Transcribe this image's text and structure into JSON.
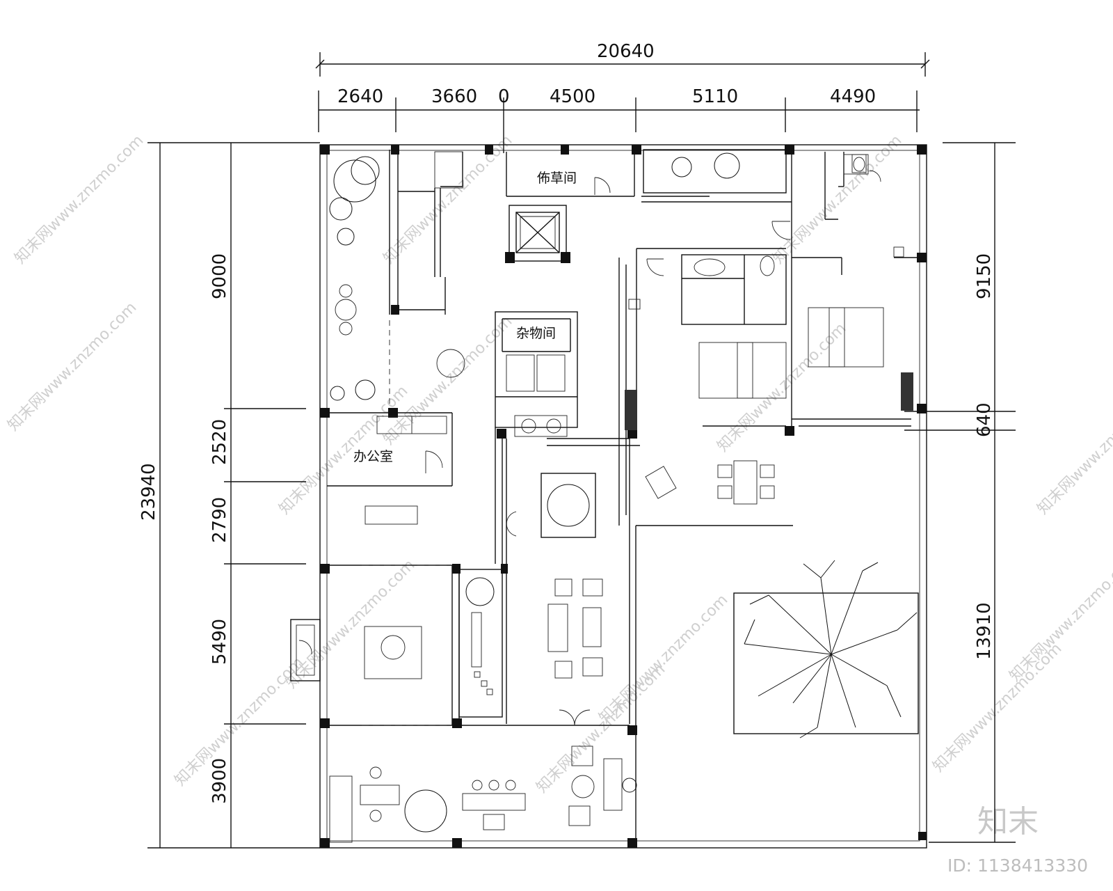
{
  "dimensions": {
    "top_total": "20640",
    "top_segments": [
      "2640",
      "3660",
      "0",
      "4500",
      "5110",
      "4490"
    ],
    "left_total": "23940",
    "left_segments": [
      "9000",
      "2520",
      "2790",
      "5490",
      "3900"
    ],
    "right_segments": [
      "9150",
      "640",
      "13910"
    ]
  },
  "rooms": {
    "flower_room": "佈草间",
    "storage_room": "杂物间",
    "office": "办公室"
  },
  "watermark": {
    "text": "知末网www.znzmo.com",
    "brand": "知末",
    "id_label": "ID: 1138413330"
  },
  "colors": {
    "line": "#111111",
    "watermark": "#cfcfcf"
  }
}
